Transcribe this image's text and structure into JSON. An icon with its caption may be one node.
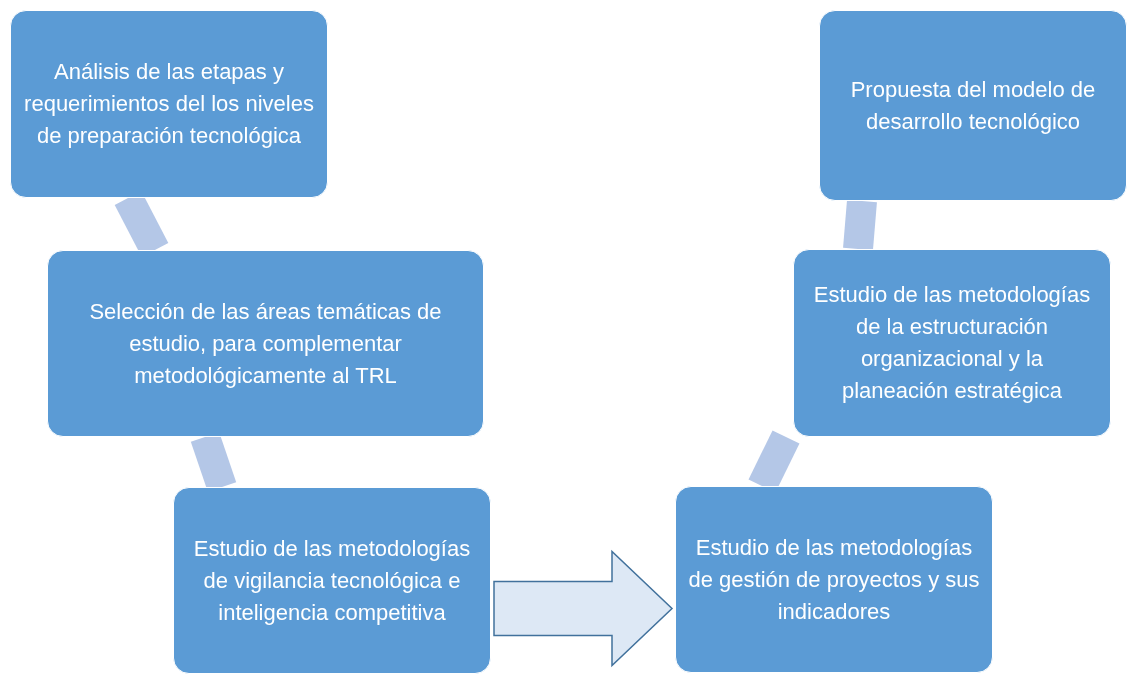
{
  "diagram": {
    "nodes": [
      {
        "text": [
          "Análisis de las etapas y requerimientos del los niveles de preparación tecnológica"
        ]
      },
      {
        "text": [
          "Selección de las áreas temáticas de estudio, para complementar metodológicamente al TRL"
        ]
      },
      {
        "text": [
          "Estudio de las metodologías de vigilancia tecnológica e inteligencia competitiva"
        ]
      },
      {
        "text": [
          "Estudio de las metodologías de gestión de proyectos y sus indicadores"
        ]
      },
      {
        "text": [
          "Estudio de las metodologías de la estructuración organizacional y la planeación estratégica"
        ]
      },
      {
        "text": [
          "Propuesta del modelo de desarrollo tecnológico"
        ]
      }
    ],
    "edges": [
      {
        "from": 0,
        "to": 1,
        "arrow": "none"
      },
      {
        "from": 1,
        "to": 2,
        "arrow": "none"
      },
      {
        "from": 2,
        "to": 3,
        "arrow": "to"
      },
      {
        "from": 3,
        "to": 4,
        "arrow": "none"
      },
      {
        "from": 4,
        "to": 5,
        "arrow": "none"
      }
    ]
  }
}
